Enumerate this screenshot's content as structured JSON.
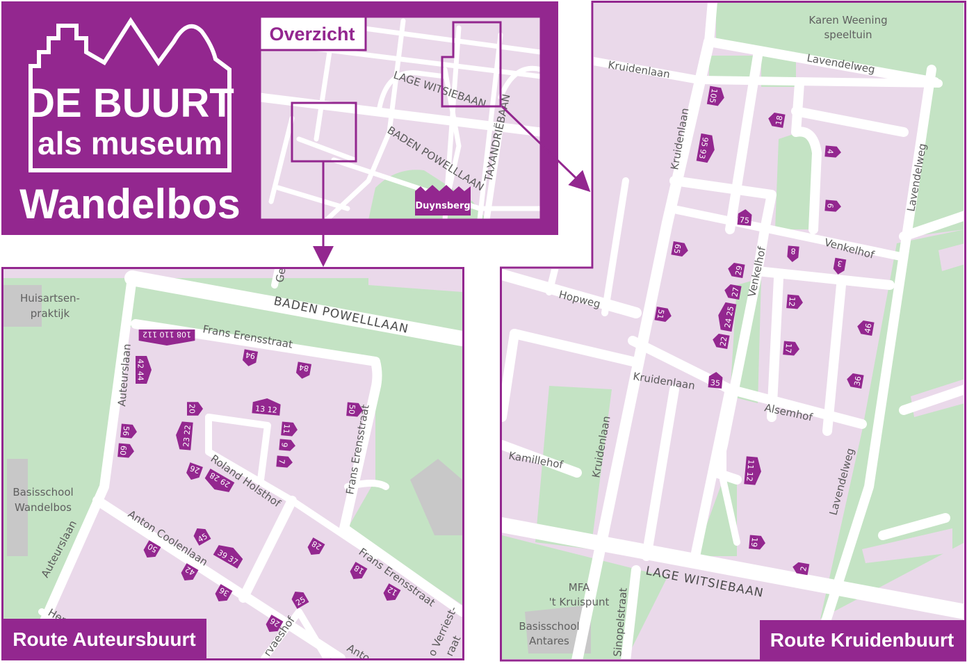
{
  "colors": {
    "brand": "#93278f",
    "block": "#ead9ea",
    "green": "#c4e3c4",
    "road": "#ffffff",
    "building": "#c8c8c8"
  },
  "logo": {
    "line1": "DE BUURT",
    "line2": "als museum",
    "subtitle": "Wandelbos"
  },
  "overview": {
    "title": "Overzicht",
    "streets": [
      "LAGE WITSIEBAAN",
      "BADEN POWELLLAAN",
      "TAXANDRIËBAAN"
    ],
    "landmark": "Duynsberg"
  },
  "auteursbuurt": {
    "route_label": "Route Auteursbuurt",
    "places": {
      "huisarts_1": "Huisartsen-",
      "huisarts_2": "praktijk",
      "school_1": "Basisschool",
      "school_2": "Wandelbos"
    },
    "streets": {
      "baden": "BADEN POWELLLAAN",
      "frans_top": "Frans Erensstraat",
      "auteurs_top": "Auteurslaan",
      "frans_right": "Frans Erensstraat",
      "roland": "Roland Holsthof",
      "anton": "Anton Coolenlaan",
      "auteurs_bottom": "Auteurslaan",
      "frans_bottom": "Frans Erensstraat",
      "ge": "Ge",
      "her": "Her",
      "gervaes": "rvaeshof",
      "anto": "Anto",
      "verriest_1": "o Verriest-",
      "verriest_2": "raat"
    },
    "markers": [
      "108 110 112",
      "94",
      "84",
      "42 44",
      "20",
      "13 12",
      "50",
      "56",
      "23 22",
      "11",
      "9",
      "7",
      "60",
      "26",
      "29 28",
      "45",
      "50",
      "39 37",
      "42",
      "36",
      "28",
      "18",
      "12",
      "25",
      "26"
    ]
  },
  "kruidenbuurt": {
    "route_label": "Route Kruidenbuurt",
    "places": {
      "speeltuin_1": "Karen Weening",
      "speeltuin_2": "speeltuin",
      "mfa_1": "MFA",
      "mfa_2": "'t Kruispunt",
      "antares_1": "Basisschool",
      "antares_2": "Antares"
    },
    "streets": {
      "kruiden_top": "Kruidenlaan",
      "lavendel_top": "Lavendelweg",
      "kruiden_v1": "Kruidenlaan",
      "lavendel_right": "Lavendelweg",
      "venkel_h": "Venkelhof",
      "venkel_v": "Venkelhof",
      "hopweg": "Hopweg",
      "kruiden_mid": "Kruidenlaan",
      "alsemhof": "Alsemhof",
      "kamillehof": "Kamillehof",
      "kruiden_v2": "Kruidenlaan",
      "lavendel_bottom": "Lavendelweg",
      "lage": "LAGE WITSIEBAAN",
      "sinopel": "Sinopelstraat"
    },
    "markers": [
      "105",
      "18",
      "95 93",
      "4",
      "6",
      "75",
      "65",
      "8",
      "29",
      "3",
      "27",
      "12",
      "51",
      "24 25",
      "46",
      "17",
      "22",
      "35",
      "36",
      "11 12",
      "19",
      "2"
    ]
  }
}
